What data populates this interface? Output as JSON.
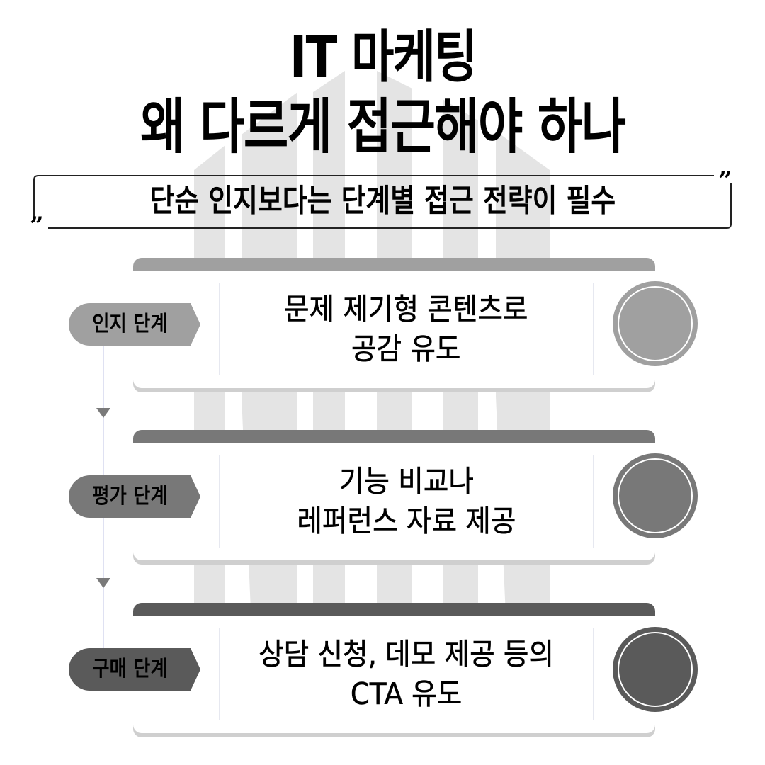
{
  "title": {
    "line1": "IT 마케팅",
    "line2": "왜 다르게 접근해야 하나"
  },
  "subtitle": {
    "text": "단순 인지보다는 단계별 접근 전략이 필수",
    "open_quote": "”",
    "close_quote": "”"
  },
  "colors": {
    "stage1": "#a0a0a0",
    "stage2": "#787878",
    "stage3": "#5a5a5a",
    "connector": "#dfe1f2",
    "watermark": "#e4e4e4"
  },
  "stages": [
    {
      "label": "인지 단계",
      "text": "문제 제기형 콘텐츠로\n공감 유도",
      "icon": "circle-badge-icon"
    },
    {
      "label": "평가 단계",
      "text": "기능 비교나\n레퍼런스 자료 제공",
      "icon": "circle-badge-icon"
    },
    {
      "label": "구매 단계",
      "text": "상담 신청, 데모 제공 등의\nCTA 유도",
      "icon": "circle-badge-icon"
    }
  ]
}
